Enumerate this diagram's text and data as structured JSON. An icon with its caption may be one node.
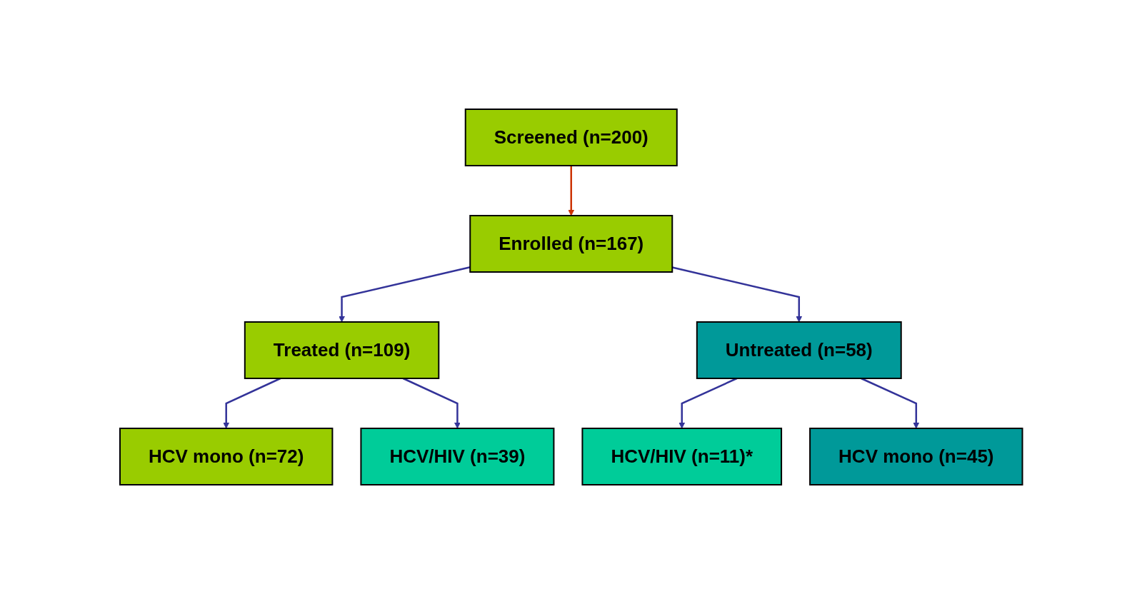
{
  "diagram": {
    "nodes": [
      {
        "text": [
          "Screened (n=200)"
        ]
      },
      {
        "text": [
          "Enrolled (n=167)"
        ]
      },
      {
        "text": [
          "Treated (n=109)"
        ]
      },
      {
        "text": [
          "Untreated (n=58)"
        ]
      },
      {
        "text": [
          "HCV mono (n=72)"
        ]
      },
      {
        "text": [
          "HCV/HIV (n=39)"
        ]
      },
      {
        "text": [
          "HCV/HIV (n=11)*"
        ]
      },
      {
        "text": [
          "HCV mono (n=45)"
        ]
      }
    ],
    "edges": [
      {
        "from": 0,
        "to": 1,
        "arrow": "to",
        "color": "#cc3300"
      },
      {
        "from": 1,
        "to": 2,
        "arrow": "to"
      },
      {
        "from": 1,
        "to": 3,
        "arrow": "to"
      },
      {
        "from": 2,
        "to": 4,
        "arrow": "to"
      },
      {
        "from": 2,
        "to": 5,
        "arrow": "to"
      },
      {
        "from": 3,
        "to": 6,
        "arrow": "to"
      },
      {
        "from": 3,
        "to": 7,
        "arrow": "to"
      }
    ]
  }
}
